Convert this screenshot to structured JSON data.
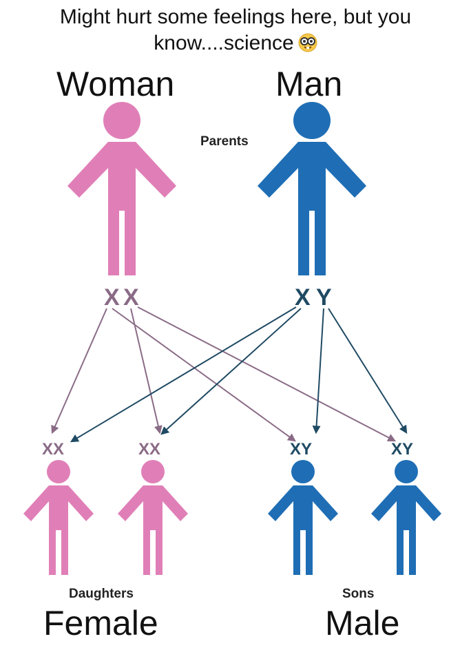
{
  "caption": {
    "line1": "Might hurt some feelings here, but you",
    "line2": "know....science"
  },
  "emoji_icon": "nerd-face-icon",
  "labels": {
    "woman": "Woman",
    "man": "Man",
    "parents": "Parents",
    "daughters": "Daughters",
    "sons": "Sons",
    "female": "Female",
    "male": "Male"
  },
  "chromosomes": {
    "mother": [
      "X",
      "X"
    ],
    "father": [
      "X",
      "Y"
    ],
    "daughter1": "XX",
    "daughter2": "XX",
    "son1": "XY",
    "son2": "XY"
  },
  "colors": {
    "pink": "#e07fb7",
    "blue": "#1f6eb5",
    "mauve": "#8a6b86",
    "navy": "#1f4a63"
  }
}
